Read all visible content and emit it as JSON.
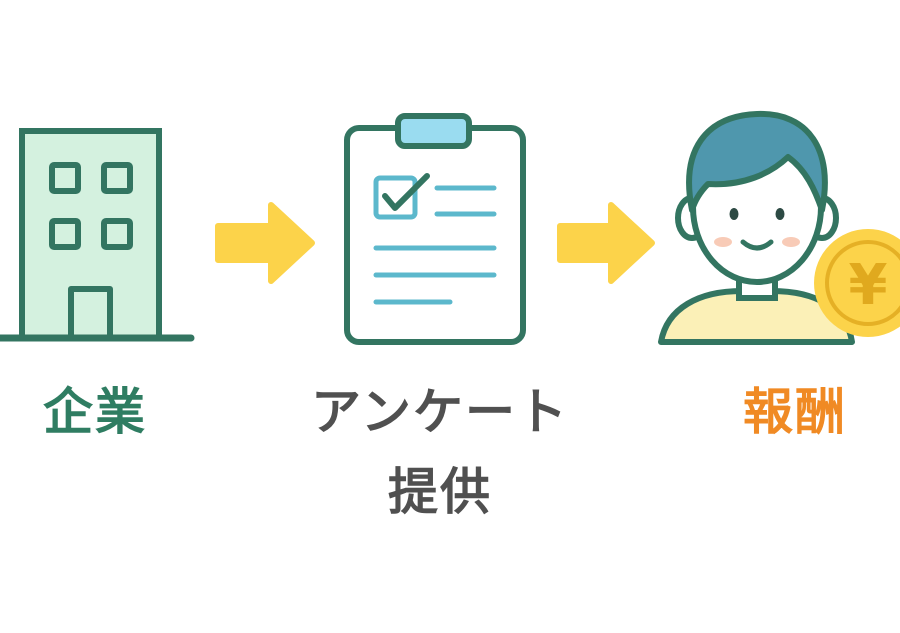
{
  "colors": {
    "company": "#2f7d62",
    "survey_text": "#505050",
    "reward": "#f08a24",
    "outline": "#337561",
    "building_fill": "#d4f1df",
    "arrow": "#fcd34a",
    "check_accent": "#5cb8cc",
    "clip_top": "#9adcf0",
    "hair": "#4f97ad",
    "shirt": "#fbf0b7",
    "skin": "#ffffff",
    "cheek": "#f3a07c",
    "coin": "#fcd34a",
    "coin_symbol": "#e0a91e"
  },
  "icons": {
    "company": "office-building-icon",
    "arrow": "right-arrow-icon",
    "survey": "clipboard-checklist-icon",
    "person": "smiling-person-icon",
    "coin": "yen-coin-icon"
  },
  "flow": {
    "company_label": "企業",
    "survey_label_line1": "アンケート",
    "survey_label_line2": "提供",
    "reward_label": "報酬",
    "coin_symbol": "¥"
  }
}
